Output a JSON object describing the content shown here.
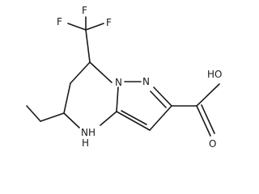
{
  "atoms": {
    "f_top": "F",
    "f_left": "F",
    "f_right": "F",
    "n_ring": "N",
    "n_ring2": "N",
    "oh": "HO",
    "o": "O",
    "nh": "NH",
    "h": "H"
  },
  "colors": {
    "ink": "#1a1a1a",
    "background": "#ffffff"
  }
}
